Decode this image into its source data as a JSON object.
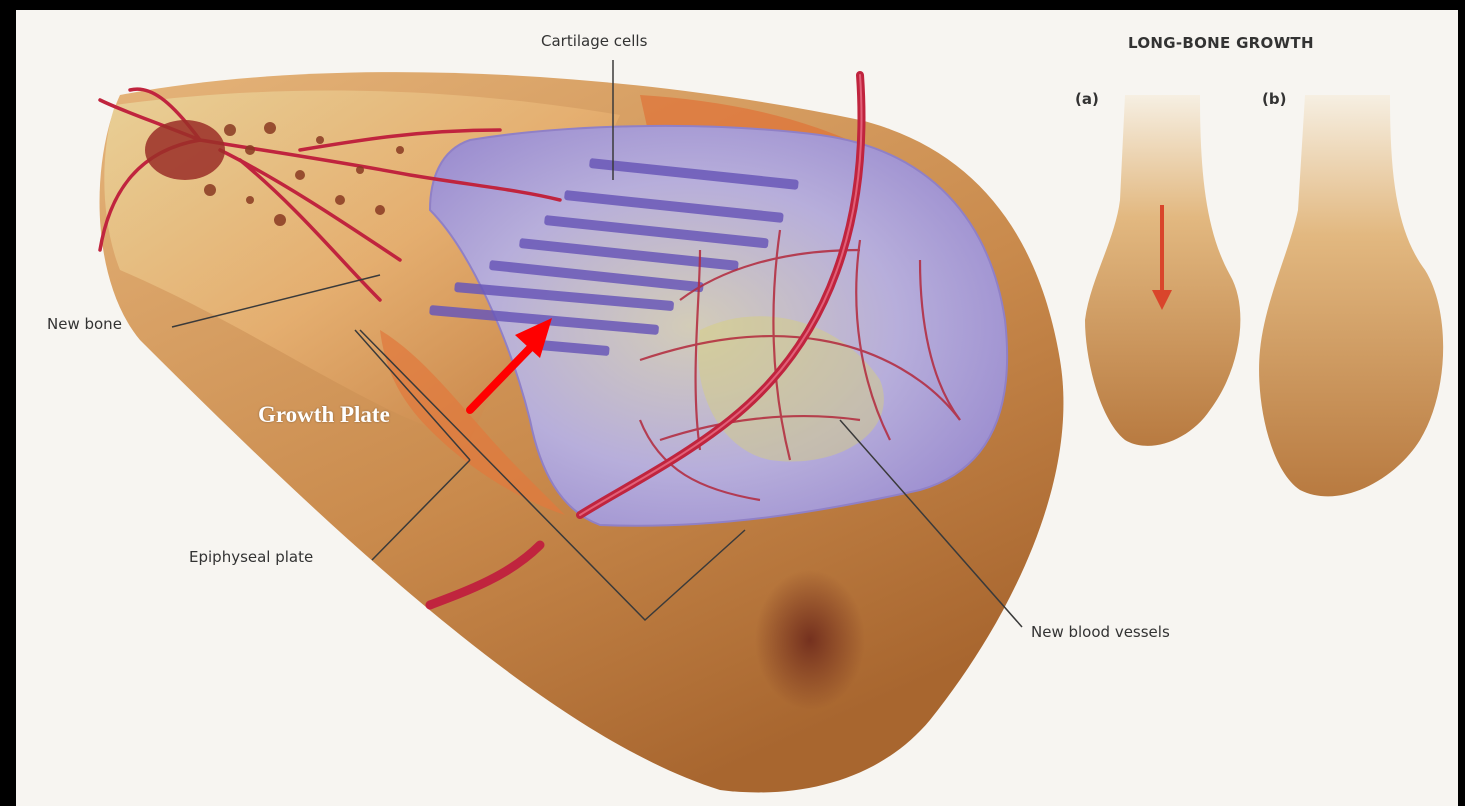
{
  "figure": {
    "title": "LONG-BONE GROWTH",
    "panel_labels": {
      "a": "(a)",
      "b": "(b)"
    },
    "callouts": {
      "cartilage_cells": "Cartilage cells",
      "new_bone": "New bone",
      "epiphyseal_plate": "Epiphyseal plate",
      "new_blood_vessels": "New blood vessels"
    },
    "overlay_annotation": "Growth Plate"
  },
  "colors": {
    "background": "#000000",
    "panel": "#f7f5f1",
    "bone": "#c98c4e",
    "bone_light": "#e8c48f",
    "cartilage": "#a89bd3",
    "vessel": "#c0243e",
    "arrow_overlay": "#ff0000",
    "growth_arrow": "#d9452b",
    "label_text": "#333333"
  }
}
